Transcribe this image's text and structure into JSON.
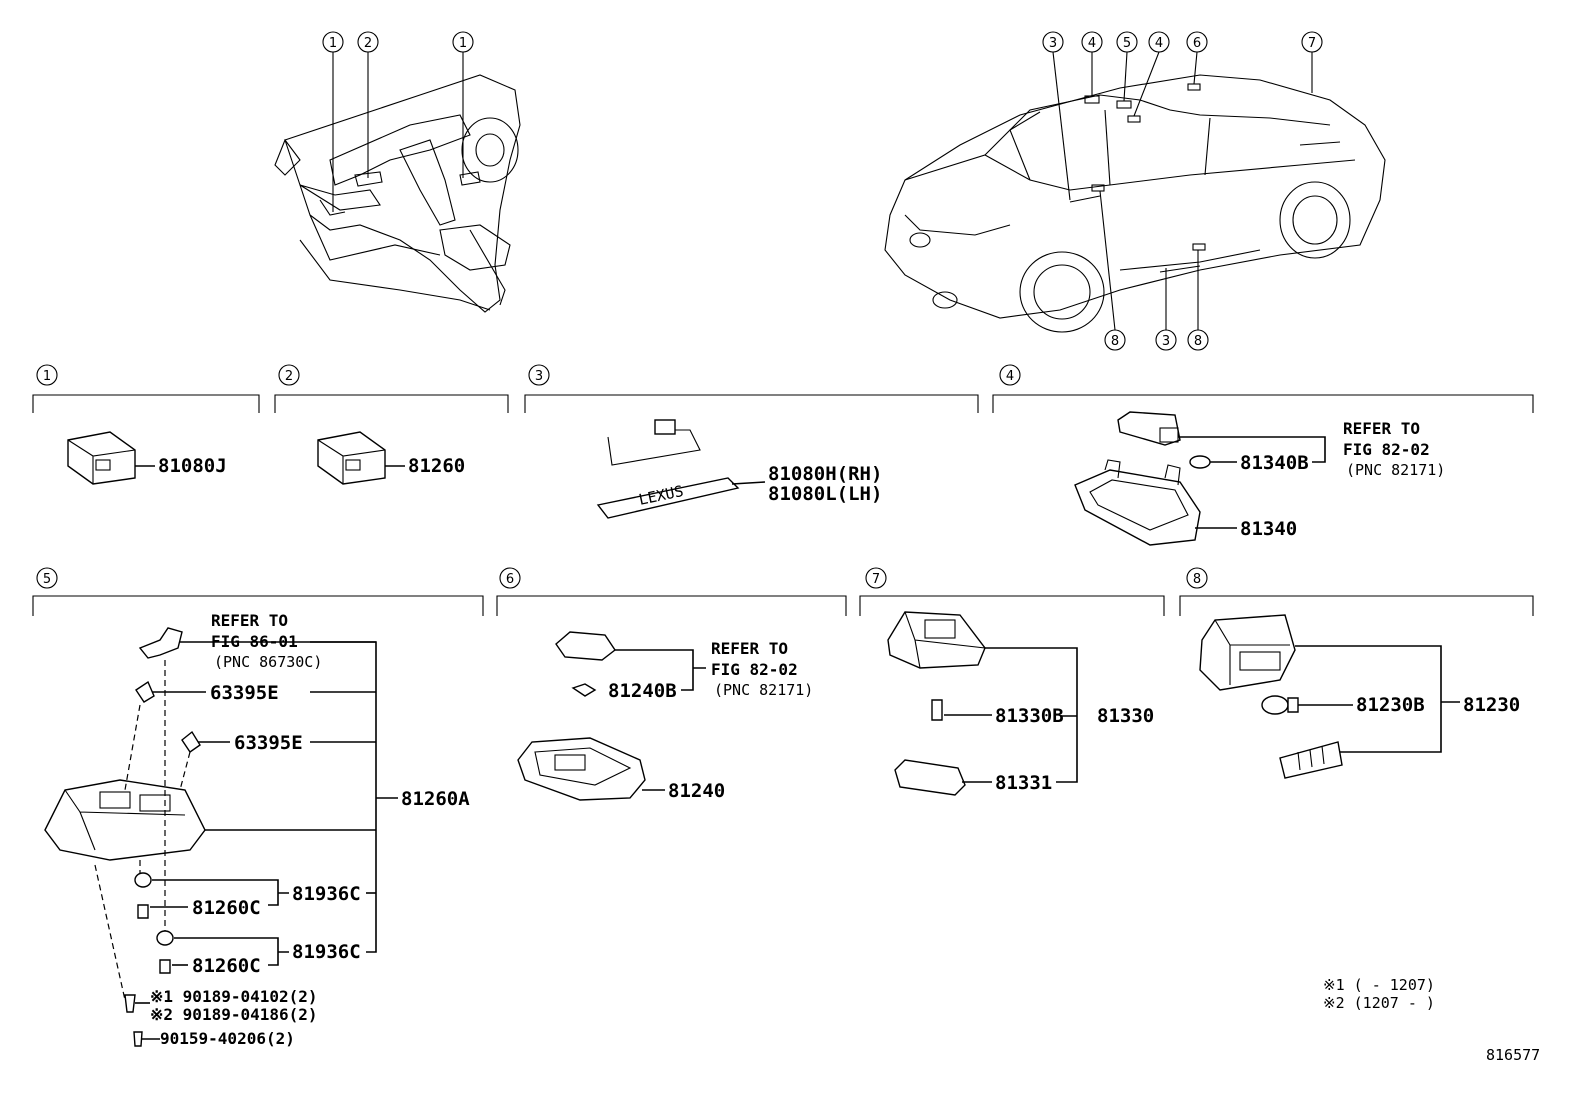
{
  "diagram_id": "816577",
  "interior_callouts": [
    "1",
    "2",
    "1"
  ],
  "exterior_callouts_top": [
    "3",
    "4",
    "5",
    "4",
    "6",
    "7"
  ],
  "exterior_callouts_bottom": [
    "8",
    "3",
    "8"
  ],
  "sections": [
    {
      "num": "1",
      "parts": [
        "81080J"
      ]
    },
    {
      "num": "2",
      "parts": [
        "81260"
      ]
    },
    {
      "num": "3",
      "parts": [
        "81080H(RH)",
        "81080L(LH)"
      ]
    },
    {
      "num": "4",
      "parts": [
        "81340B",
        "81340"
      ],
      "refer": [
        "REFER TO",
        "FIG 82-02",
        "(PNC 82171)"
      ]
    },
    {
      "num": "5",
      "parts": [
        "63395E",
        "63395E",
        "81260A",
        "81260C",
        "81936C",
        "81260C",
        "81936C"
      ],
      "refer": [
        "REFER TO",
        "FIG 86-01",
        "(PNC 86730C)"
      ],
      "fasteners": [
        "※1 90189-04102(2)",
        "※2 90189-04186(2)",
        "90159-40206(2)"
      ]
    },
    {
      "num": "6",
      "parts": [
        "81240B",
        "81240"
      ],
      "refer": [
        "REFER TO",
        "FIG 82-02",
        "(PNC 82171)"
      ]
    },
    {
      "num": "7",
      "parts": [
        "81330B",
        "81330",
        "81331"
      ]
    },
    {
      "num": "8",
      "parts": [
        "81230B",
        "81230"
      ]
    }
  ],
  "notes": [
    "※1 (     - 1207)",
    "※2 (1207 -     )"
  ]
}
